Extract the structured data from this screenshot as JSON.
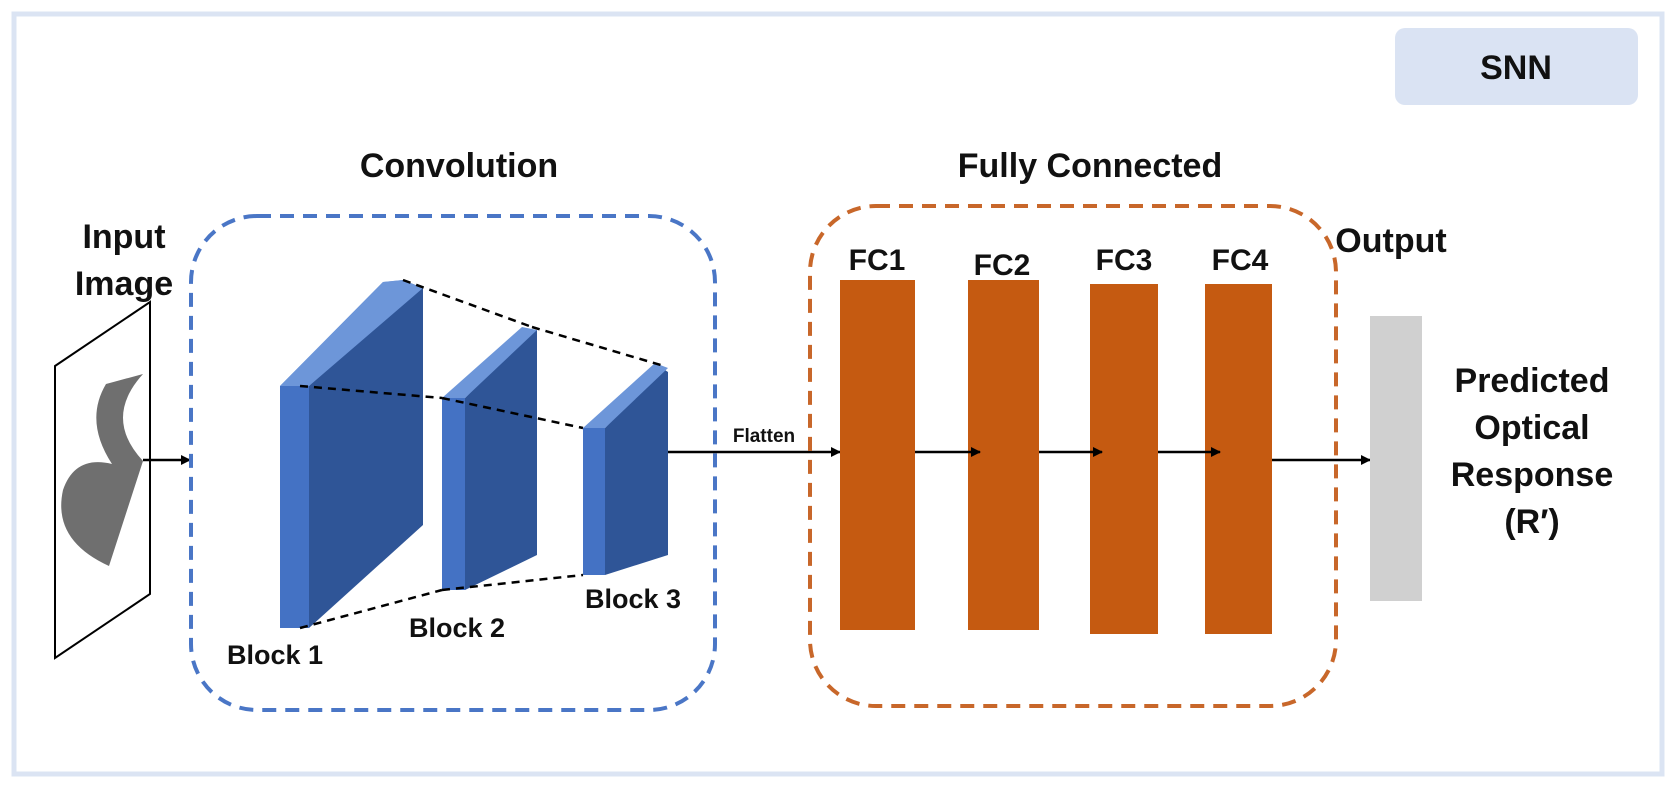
{
  "badge": {
    "label": "SNN"
  },
  "labels": {
    "input_line1": "Input",
    "input_line2": "Image",
    "convolution": "Convolution",
    "fully_connected": "Fully Connected",
    "output": "Output",
    "flatten": "Flatten",
    "prediction_line1": "Predicted",
    "prediction_line2": "Optical",
    "prediction_line3": "Response",
    "prediction_line4": "(R′)"
  },
  "conv_blocks": [
    {
      "label": "Block 1"
    },
    {
      "label": "Block 2"
    },
    {
      "label": "Block 3"
    }
  ],
  "fc_layers": [
    {
      "label": "FC1"
    },
    {
      "label": "FC2"
    },
    {
      "label": "FC3"
    },
    {
      "label": "FC4"
    }
  ],
  "colors": {
    "frame_border": "#dbe4f3",
    "badge_fill": "#dae3f3",
    "conv_border": "#4a76c6",
    "fc_border": "#c8672a",
    "block_front": "#4472c4",
    "block_side": "#2f5597",
    "block_top": "#6d96d9",
    "fc_fill": "#c55a11",
    "output_fill": "#d0d0d0",
    "shape_fill": "#6f6f6f"
  }
}
